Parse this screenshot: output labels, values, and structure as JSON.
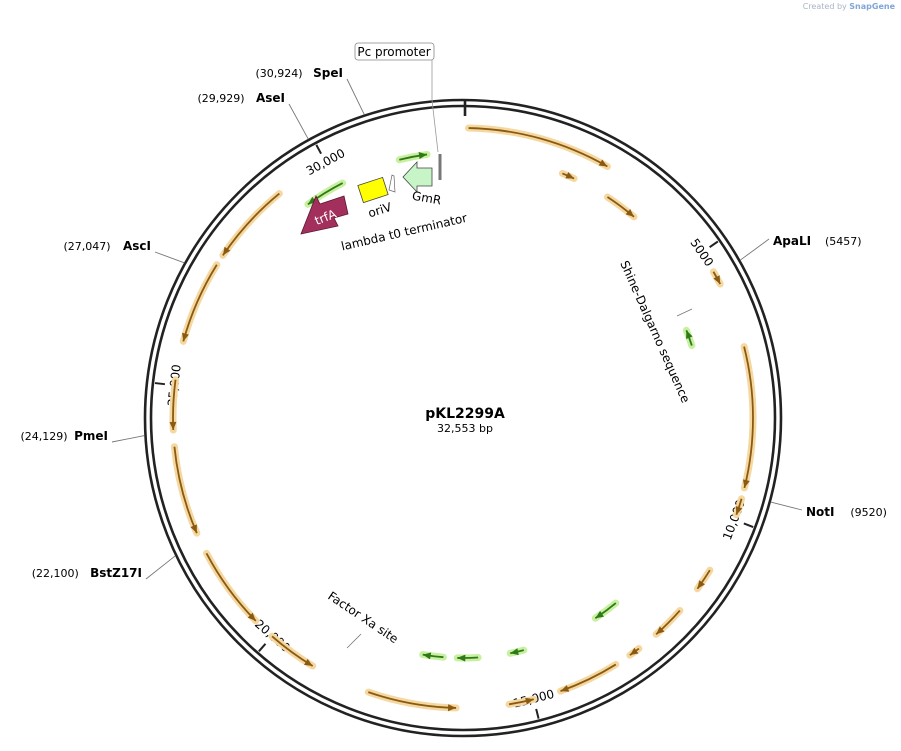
{
  "credit": {
    "prefix": "Created by",
    "brand": "SnapGene"
  },
  "plasmid": {
    "name": "pKL2299A",
    "length_label": "32,553 bp",
    "length": 32553
  },
  "ticks": [
    {
      "pos": 5000,
      "label": "5000"
    },
    {
      "pos": 10000,
      "label": "10,000"
    },
    {
      "pos": 15000,
      "label": "15,000"
    },
    {
      "pos": 20000,
      "label": "20,000"
    },
    {
      "pos": 25000,
      "label": "25,000"
    },
    {
      "pos": 30000,
      "label": "30,000"
    }
  ],
  "sites": [
    {
      "name": "SpeI",
      "pos_label": "(30,924)",
      "pos": 30924
    },
    {
      "name": "AseI",
      "pos_label": "(29,929)",
      "pos": 29929
    },
    {
      "name": "AscI",
      "pos_label": "(27,047)",
      "pos": 27047
    },
    {
      "name": "PmeI",
      "pos_label": "(24,129)",
      "pos": 24129
    },
    {
      "name": "BstZ17I",
      "pos_label": "(22,100)",
      "pos": 22100
    },
    {
      "name": "ApaLI",
      "pos_label": "(5457)",
      "pos": 5457
    },
    {
      "name": "NotI",
      "pos_label": "(9520)",
      "pos": 9520
    }
  ],
  "features": [
    {
      "name": "Pc promoter"
    },
    {
      "name": "GmR"
    },
    {
      "name": "oriV"
    },
    {
      "name": "lambda t0 terminator"
    },
    {
      "name": "trfA"
    },
    {
      "name": "Shine-Dalgarno sequence"
    },
    {
      "name": "Factor Xa site"
    }
  ],
  "colors": {
    "backbone": "#222222",
    "orf_fill": "#f5d7a0",
    "orf_line": "#8a5a12",
    "small_orf_fill": "#c8f0a0",
    "small_orf_line": "#2f7a18",
    "oriV": "#ffff00",
    "GmR": "#c8f5c8",
    "trfA": "#a3305c",
    "label_line": "#777777"
  }
}
